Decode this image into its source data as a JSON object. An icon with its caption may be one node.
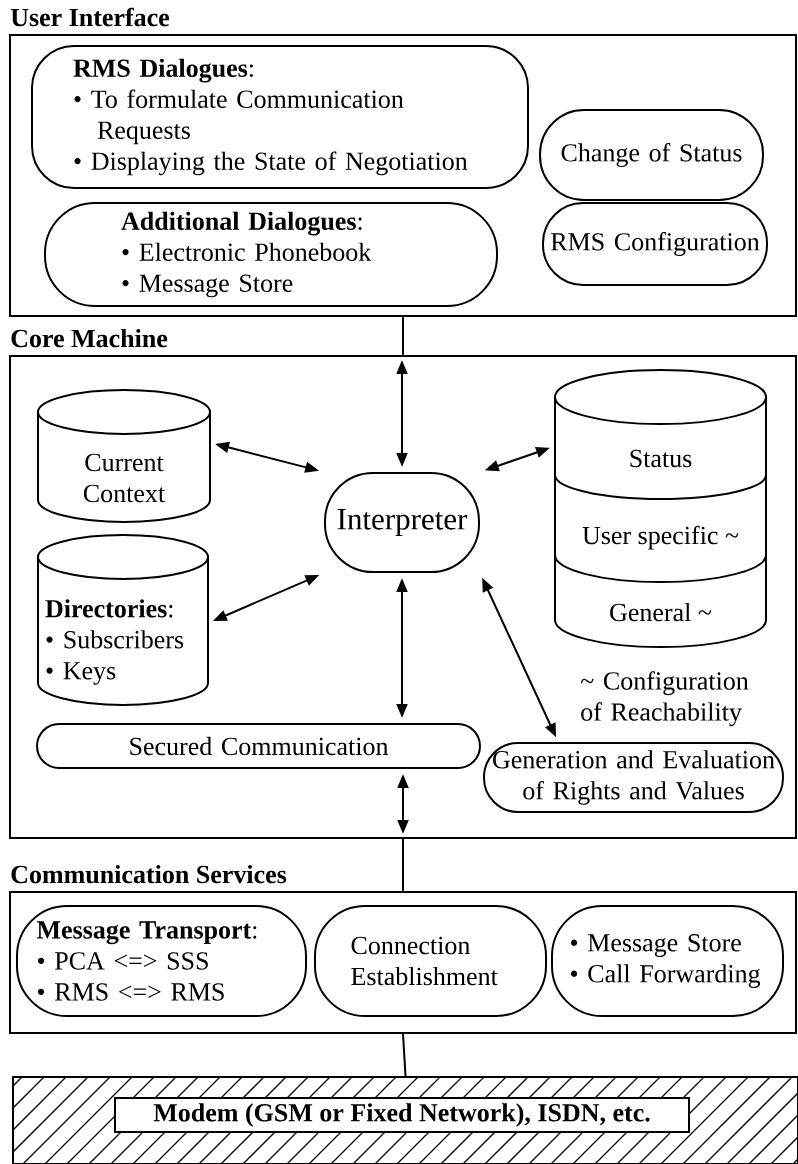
{
  "diagram": {
    "nodes": [
      {
        "text": [
          "User Interface"
        ]
      },
      {
        "text": [
          "**RMS Dialogues**:",
          "• To formulate Communication Requests",
          "• Displaying the State of Negotiation"
        ],
        "in": 0
      },
      {
        "text": [
          "Change of Status"
        ],
        "in": 0
      },
      {
        "text": [
          "**Additional Dialogues**:",
          "• Electronic Phonebook",
          "• Message Store"
        ],
        "in": 0
      },
      {
        "text": [
          "RMS Configuration"
        ],
        "in": 0
      },
      {
        "text": [
          "Core Machine"
        ]
      },
      {
        "text": [
          "Current Context"
        ],
        "in": 5
      },
      {
        "text": [
          "Interpreter"
        ],
        "in": 5
      },
      {
        "text": [
          "Status",
          "User specific ~",
          "General ~"
        ],
        "in": 5
      },
      {
        "text": [
          "**Directories**:",
          "• Subscribers",
          "• Keys"
        ],
        "in": 5
      },
      {
        "text": [
          "Secured Communication"
        ],
        "in": 5
      },
      {
        "text": [
          "Generation and Evaluation of Rights and Values"
        ],
        "in": 5
      },
      {
        "text": [
          "Communication Services"
        ]
      },
      {
        "text": [
          "**Message Transport**:",
          "• PCA <=> SSS",
          "• RMS <=> RMS"
        ],
        "in": 12
      },
      {
        "text": [
          "Connection Establishment"
        ],
        "in": 12
      },
      {
        "text": [
          "• Message Store",
          "• Call Forwarding"
        ],
        "in": 12
      },
      {
        "text": [],
        "shape": "box"
      },
      {
        "text": [
          "Modem (GSM or Fixed Network), ISDN, etc."
        ],
        "in": 16
      }
    ],
    "edges": [
      {
        "from": 0,
        "to": 5,
        "arrow": "none"
      },
      {
        "from": 5,
        "to": 7,
        "arrow": "both"
      },
      {
        "from": 6,
        "to": 7,
        "arrow": "both"
      },
      {
        "from": 8,
        "to": 7,
        "arrow": "both"
      },
      {
        "from": 9,
        "to": 7,
        "arrow": "both"
      },
      {
        "from": 7,
        "to": 10,
        "arrow": "both"
      },
      {
        "from": 7,
        "to": 11,
        "arrow": "both"
      },
      {
        "from": 10,
        "to": 5,
        "arrow": "both"
      },
      {
        "from": 5,
        "to": 12,
        "arrow": "none"
      },
      {
        "from": 12,
        "to": 16,
        "arrow": "none"
      }
    ],
    "labels": [
      "~ Configuration of Reachability"
    ]
  }
}
